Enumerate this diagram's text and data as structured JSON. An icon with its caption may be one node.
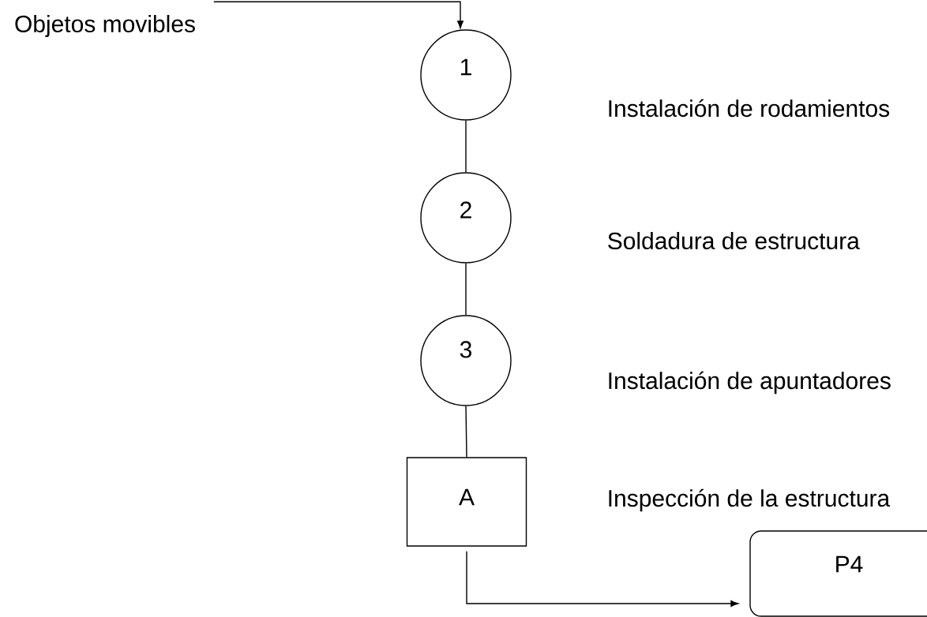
{
  "diagram": {
    "nodes": [
      {
        "text": [
          "Objetos movibles"
        ]
      },
      {
        "text": [
          "1"
        ]
      },
      {
        "text": [
          "2"
        ]
      },
      {
        "text": [
          "3"
        ]
      },
      {
        "text": [
          "A"
        ]
      },
      {
        "text": [
          "P4"
        ]
      }
    ],
    "labels": [
      "Instalación de rodamientos",
      "Soldadura de estructura",
      "Instalación de apuntadores",
      "Inspección de la estructura"
    ],
    "edges": [
      {
        "from": 0,
        "to": 1,
        "arrow": "to"
      },
      {
        "from": 1,
        "to": 2,
        "arrow": "none"
      },
      {
        "from": 2,
        "to": 3,
        "arrow": "none"
      },
      {
        "from": 3,
        "to": 4,
        "arrow": "none"
      },
      {
        "from": 4,
        "to": 5,
        "arrow": "to"
      }
    ]
  }
}
